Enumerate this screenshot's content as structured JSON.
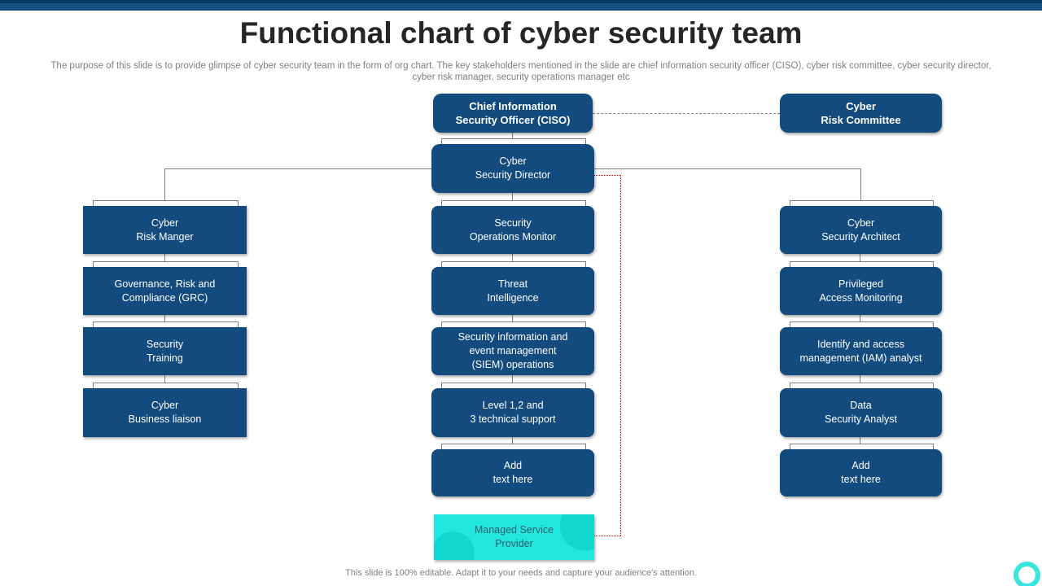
{
  "slide": {
    "title": "Functional chart of cyber security team",
    "subtitle": "The purpose of this slide is to provide glimpse of cyber security team in the form of org chart. The key stakeholders mentioned in the slide are chief information security officer (CISO), cyber risk committee, cyber security director,\ncyber risk manager, security operations manager etc",
    "footer": "This slide is 100% editable. Adapt it to your needs and capture your audience's attention."
  },
  "colors": {
    "box_blue": "#134B7E",
    "accent_cyan": "#21E7DE",
    "cyan_text": "#2F5D6B",
    "connector_gray": "#808080",
    "red_dotted": "#C00000",
    "top_bar": "#125181",
    "logo_ring": "#3CE5DC"
  },
  "org": {
    "ciso": "Chief Information\nSecurity Officer (CISO)",
    "risk_committee": "Cyber\nRisk Committee",
    "director": "Cyber\nSecurity Director",
    "left": [
      "Cyber\nRisk Manger",
      "Governance, Risk and\nCompliance (GRC)",
      "Security\nTraining",
      "Cyber\nBusiness liaison"
    ],
    "middle": [
      "Security\nOperations Monitor",
      "Threat\nIntelligence",
      "Security information and\nevent management\n(SIEM) operations",
      "Level 1,2 and\n3 technical support",
      "Add\ntext here"
    ],
    "right": [
      "Cyber\nSecurity Architect",
      "Privileged\nAccess Monitoring",
      "Identify and access\nmanagement (IAM) analyst",
      "Data\nSecurity Analyst",
      "Add\ntext here"
    ],
    "msp": "Managed Service\nProvider"
  }
}
